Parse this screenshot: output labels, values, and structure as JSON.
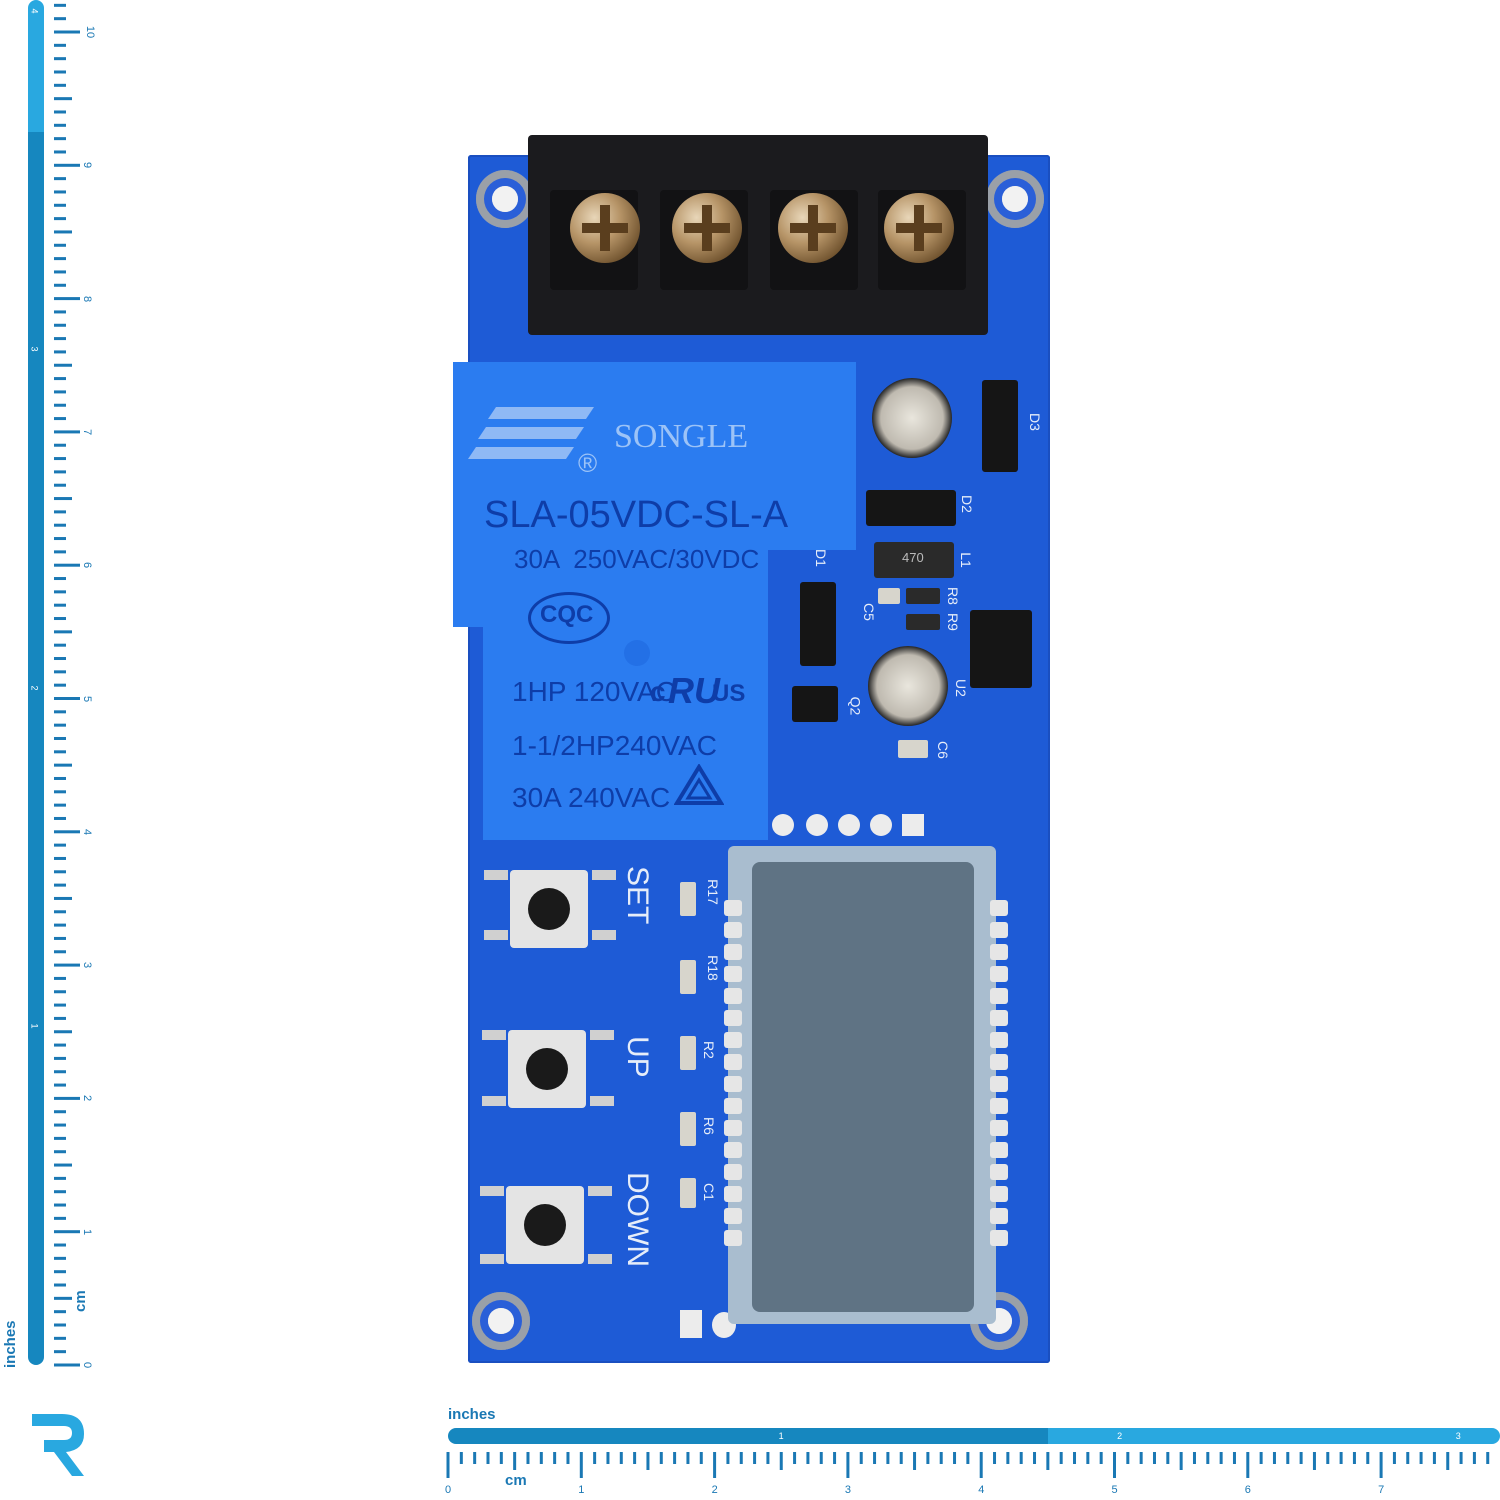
{
  "ruler_vertical": {
    "unit_inches": "inches",
    "unit_cm": "cm",
    "cm_marks": [
      "0",
      "1",
      "2",
      "3",
      "4",
      "5",
      "6",
      "7",
      "8",
      "9",
      "10"
    ],
    "inch_marks": [
      "1",
      "2",
      "3",
      "4"
    ]
  },
  "ruler_horizontal": {
    "unit_inches": "inches",
    "unit_cm": "cm",
    "cm_marks": [
      "0",
      "1",
      "2",
      "3",
      "4",
      "5",
      "6",
      "7"
    ],
    "inch_marks": [
      "1",
      "2",
      "3"
    ]
  },
  "relay": {
    "brand": "SONGLE",
    "registered": "®",
    "model": "SLA-05VDC-SL-A",
    "rating1": "30A  250VAC/30VDC",
    "cert": "CQC",
    "hp1": "1HP 120VAC",
    "ul": "c",
    "ul_mark": "RU",
    "us": "US",
    "hp2": "1-1/2HP240VAC",
    "rating2": "30A 240VAC"
  },
  "components": {
    "d1": "D1",
    "d2": "D2",
    "d3": "D3",
    "l1": "L1",
    "l1_value": "470",
    "c5": "C5",
    "c6": "C6",
    "c1": "C1",
    "r8": "R8",
    "r9": "R9",
    "u2": "U2",
    "q2": "Q2",
    "r17": "R17",
    "r18": "R18",
    "r2": "R2",
    "r6": "R6"
  },
  "buttons": {
    "set": "SET",
    "up": "UP",
    "down": "DOWN"
  },
  "colors": {
    "pcb": "#1e5bd6",
    "relay": "#2b7cf0",
    "ruler_dark": "#1687bf",
    "ruler_light": "#29a8e0"
  }
}
